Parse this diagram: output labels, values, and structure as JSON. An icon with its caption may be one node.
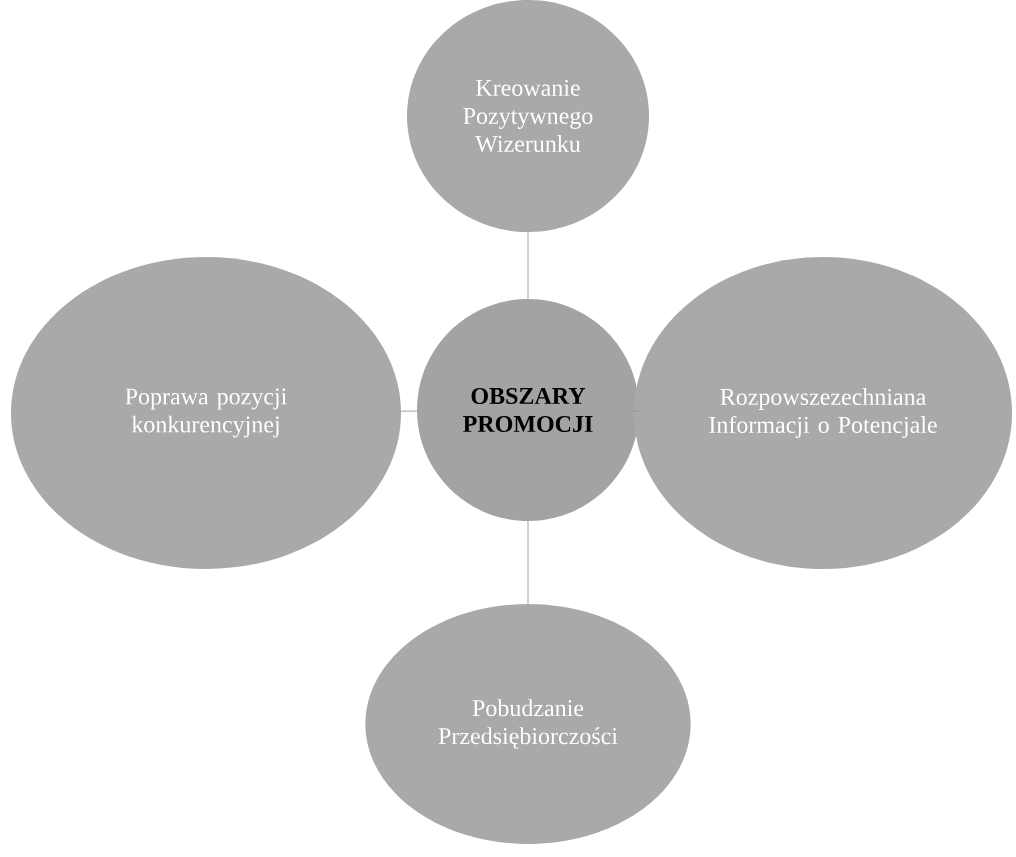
{
  "diagram": {
    "nodes": [
      {
        "text": [
          "OBSZARY PROMOCJI"
        ]
      },
      {
        "text": [
          "Kreowanie Pozytywnego Wizerunku"
        ]
      },
      {
        "text": [
          "Poprawa pozycji konkurencyjnej"
        ]
      },
      {
        "text": [
          "Rozpowszezechniana Informacji o Potencjale"
        ]
      },
      {
        "text": [
          "Pobudzanie Przedsiębiorczości"
        ]
      }
    ],
    "edges": [
      {
        "from": 0,
        "to": 1,
        "arrow": "none"
      },
      {
        "from": 0,
        "to": 2,
        "arrow": "none"
      },
      {
        "from": 0,
        "to": 3,
        "arrow": "none"
      },
      {
        "from": 0,
        "to": 4,
        "arrow": "none"
      }
    ]
  }
}
